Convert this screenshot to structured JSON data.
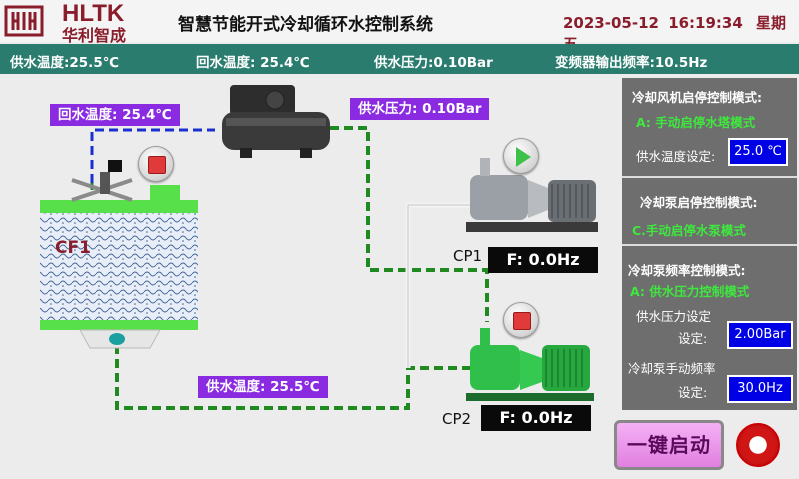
{
  "header": {
    "logo_en": "HLTK",
    "logo_cn": "华利智成",
    "title": "智慧节能开式冷却循环水控制系统",
    "date": "2023-05-12",
    "time": "16:19:34",
    "weekday": "星期五"
  },
  "status": {
    "supply_temp": "供水温度:25.5℃",
    "return_temp": "回水温度: 25.4℃",
    "supply_pressure": "供水压力:0.10Bar",
    "vfd_freq": "变频器输出频率:10.5Hz"
  },
  "diagram": {
    "return_temp_label": "回水温度:  25.4℃",
    "supply_pressure_label": "供水压力:  0.10Bar",
    "supply_temp_label": "供水温度:  25.5℃",
    "tower_name": "CF1",
    "pump1_name": "CP1",
    "pump2_name": "CP2",
    "pump1_freq": "F: 0.0Hz",
    "pump2_freq": "F: 0.0Hz"
  },
  "panel": {
    "fan_mode_title": "冷却风机启停控制模式:",
    "fan_mode_value": "A: 手动启停水塔模式",
    "fan_temp_label": "供水温度设定:",
    "fan_temp_value": "25.0 ℃",
    "pump_mode_title": "冷却泵启停控制模式:",
    "pump_mode_value": "C.手动启停水泵模式",
    "freq_mode_title": "冷却泵频率控制模式:",
    "freq_mode_value": "A: 供水压力控制模式",
    "pressure_set_label1": "供水压力设定",
    "pressure_set_label2": "设定:",
    "pressure_set_value": "2.00Bar",
    "manual_freq_label1": "冷却泵手动频率",
    "manual_freq_label2": "设定:",
    "manual_freq_value": "30.0Hz"
  },
  "buttons": {
    "one_key_start": "一键启动"
  },
  "colors": {
    "status_bar": "#2a7d6e",
    "label_purple": "#8a2be2",
    "mode_green": "#3ee83e",
    "input_blue": "#0000e6",
    "brand_red": "#8a1d2b",
    "pipe_green": "#1f8a1f",
    "pipe_blue": "#1a2fd0"
  }
}
